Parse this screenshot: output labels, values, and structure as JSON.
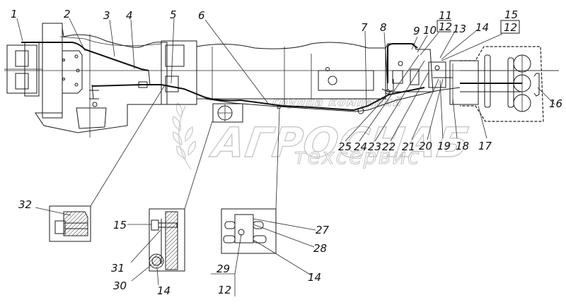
{
  "diagram": {
    "subject": "Tractor hydraulic/brake line layout along transmission and rear axle",
    "watermark": {
      "top": "группа компаний",
      "main": "АГРОСНАБ",
      "sub": "техсервис"
    },
    "callouts": {
      "c1": "1",
      "c2": "2",
      "c3": "3",
      "c4": "4",
      "c5": "5",
      "c6": "6",
      "c7": "7",
      "c8": "8",
      "c9": "9",
      "c10": "10",
      "c11_num": "11",
      "c11_den": "12",
      "c13": "13",
      "c14": "14",
      "c15_num": "15",
      "c15_den": "12",
      "c16": "16",
      "c17": "17",
      "c18": "18",
      "c19": "19",
      "c20": "20",
      "c21": "21",
      "c22": "22",
      "c23": "23",
      "c24": "24",
      "c25": "25"
    },
    "detail_views": [
      {
        "id": "detail-a",
        "labels": {
          "c32": "32"
        }
      },
      {
        "id": "detail-b",
        "labels": {
          "c15": "15",
          "c31": "31",
          "c30": "30",
          "c14": "14"
        }
      },
      {
        "id": "detail-c",
        "labels": {
          "c27": "27",
          "c28": "28",
          "c14": "14",
          "c29": "29",
          "c12": "12"
        }
      }
    ]
  }
}
